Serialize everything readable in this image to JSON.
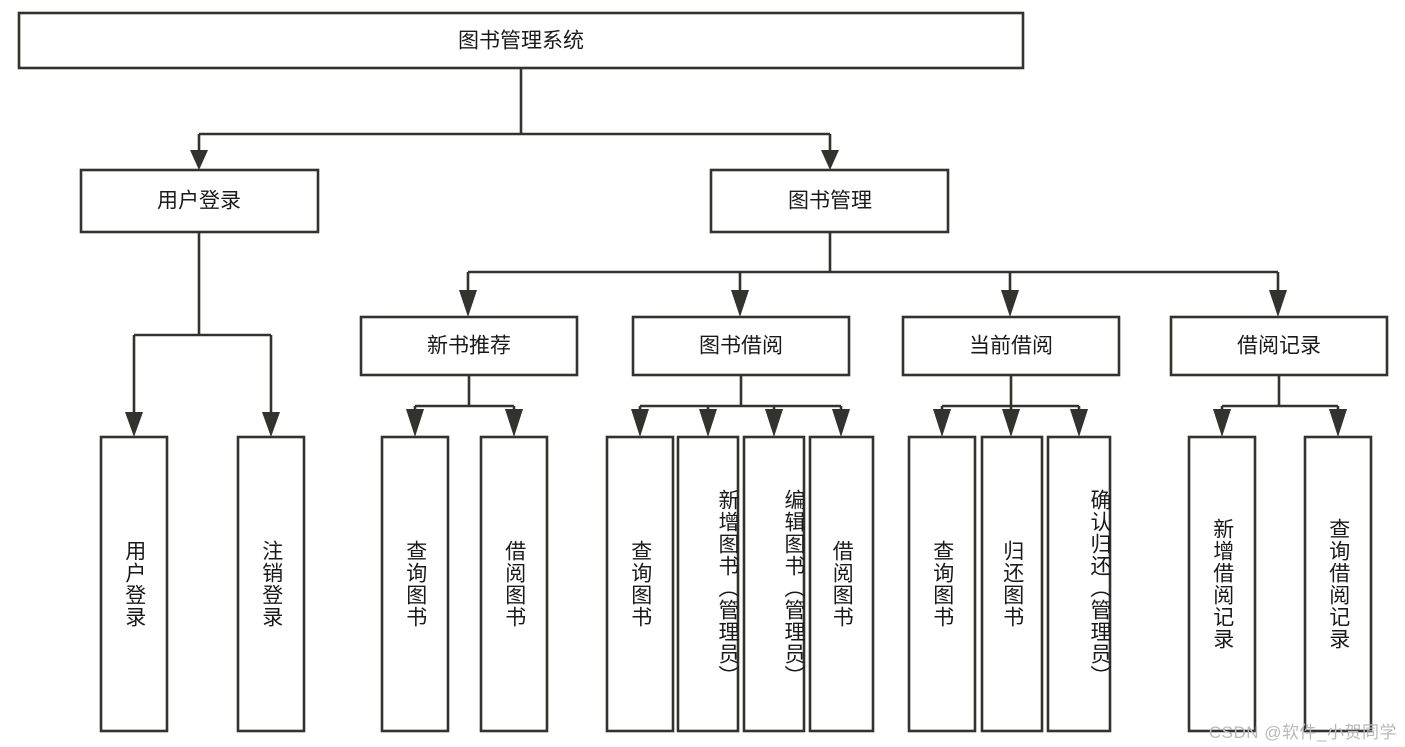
{
  "diagram": {
    "type": "tree-hierarchy",
    "orientation": "top-down",
    "root": {
      "label": "图书管理系统"
    },
    "level1": [
      {
        "label": "用户登录"
      },
      {
        "label": "图书管理"
      }
    ],
    "level2": [
      {
        "label": "新书推荐"
      },
      {
        "label": "图书借阅"
      },
      {
        "label": "当前借阅"
      },
      {
        "label": "借阅记录"
      }
    ],
    "leaves": {
      "user_login": [
        {
          "label": "用户登录"
        },
        {
          "label": "注销登录"
        }
      ],
      "new_book_recommend": [
        {
          "label": "查询图书"
        },
        {
          "label": "借阅图书"
        }
      ],
      "book_borrow": [
        {
          "label": "查询图书"
        },
        {
          "label": "新增图书（管理员）"
        },
        {
          "label": "编辑图书（管理员）"
        },
        {
          "label": "借阅图书"
        }
      ],
      "current_borrow": [
        {
          "label": "查询图书"
        },
        {
          "label": "归还图书"
        },
        {
          "label": "确认归还（管理员）"
        }
      ],
      "borrow_record": [
        {
          "label": "新增借阅记录"
        },
        {
          "label": "查询借阅记录"
        }
      ]
    }
  },
  "watermark": {
    "text": "CSDN @软件_小贺同学"
  },
  "colors": {
    "stroke": "#32322f",
    "box_fill": "#ffffff",
    "text": "#1a1a1a",
    "watermark": "#b9b9b9",
    "background": "#ffffff"
  }
}
